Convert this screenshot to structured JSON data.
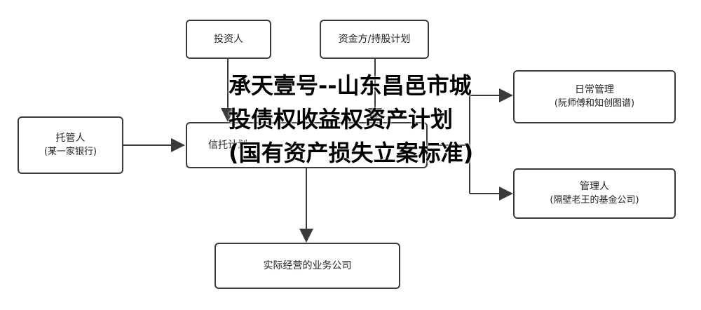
{
  "diagram": {
    "investor": "投资人",
    "funder": "资金方/持股计划",
    "custodian": {
      "title": "托管人",
      "sub": "(某一家银行)"
    },
    "trust_plan": "信托计划",
    "daily_mgmt": {
      "title": "日常管理",
      "sub": "(阮师傅和知创图谱)"
    },
    "manager": {
      "title": "管理人",
      "sub": "(隔壁老王的基金公司)"
    },
    "business_company": "实际经营的业务公司"
  },
  "overlay_title": "承天壹号--山东昌邑市城投债权收益权资产计划(国有资产损失立案标准)"
}
